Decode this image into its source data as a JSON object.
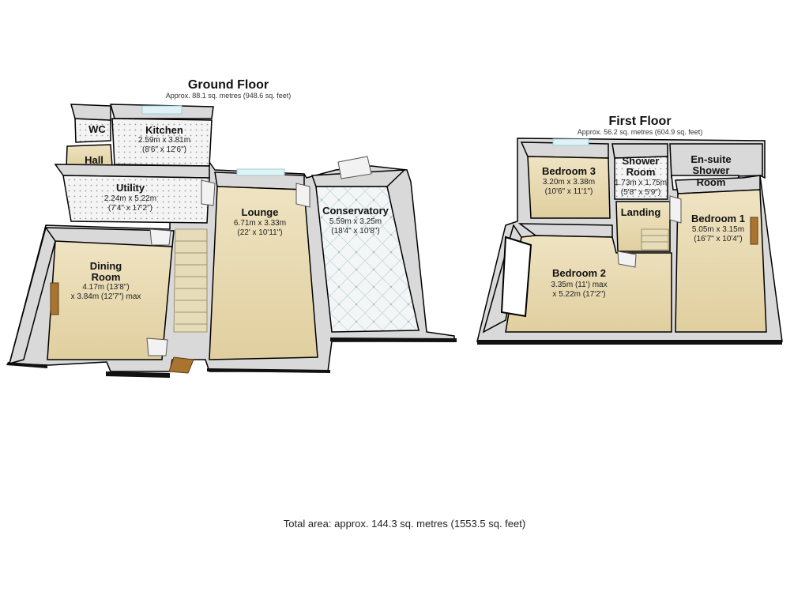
{
  "ground_floor": {
    "title": "Ground Floor",
    "area": "Approx. 88.1 sq. metres (948.6 sq. feet)",
    "rooms": [
      {
        "name": "WC"
      },
      {
        "name": "Kitchen",
        "dim1": "2.59m x 3.81m",
        "dim2": "(8'6\" x 12'6\")"
      },
      {
        "name": "Hall"
      },
      {
        "name": "Utility",
        "dim1": "2.24m x 5.22m",
        "dim2": "(7'4\" x 17'2\")"
      },
      {
        "name": "Dining",
        "name2": "Room",
        "dim1": "4.17m (13'8\")",
        "dim2": "x 3.84m (12'7\") max"
      },
      {
        "name": "Lounge",
        "dim1": "6.71m x 3.33m",
        "dim2": "(22' x 10'11\")"
      },
      {
        "name": "Conservatory",
        "dim1": "5.59m x 3.25m",
        "dim2": "(18'4\" x 10'8\")"
      }
    ]
  },
  "first_floor": {
    "title": "First Floor",
    "area": "Approx. 56.2 sq. metres (604.9 sq. feet)",
    "rooms": [
      {
        "name": "Bedroom 3",
        "dim1": "3.20m x 3.38m",
        "dim2": "(10'6\" x 11'1\")"
      },
      {
        "name": "Shower",
        "name2": "Room",
        "dim1": "1.73m x 1.75m",
        "dim2": "(5'8\" x 5'9\")"
      },
      {
        "name": "En-suite",
        "name2": "Shower",
        "name3": "Room"
      },
      {
        "name": "Landing"
      },
      {
        "name": "Bedroom 1",
        "dim1": "5.05m x 3.15m",
        "dim2": "(16'7\" x 10'4\")"
      },
      {
        "name": "Bedroom 2",
        "dim1": "3.35m (11') max",
        "dim2": "x 5.22m (17'2\")"
      }
    ]
  },
  "total_area": "Total area: approx. 144.3 sq. metres (1553.5 sq. feet)"
}
